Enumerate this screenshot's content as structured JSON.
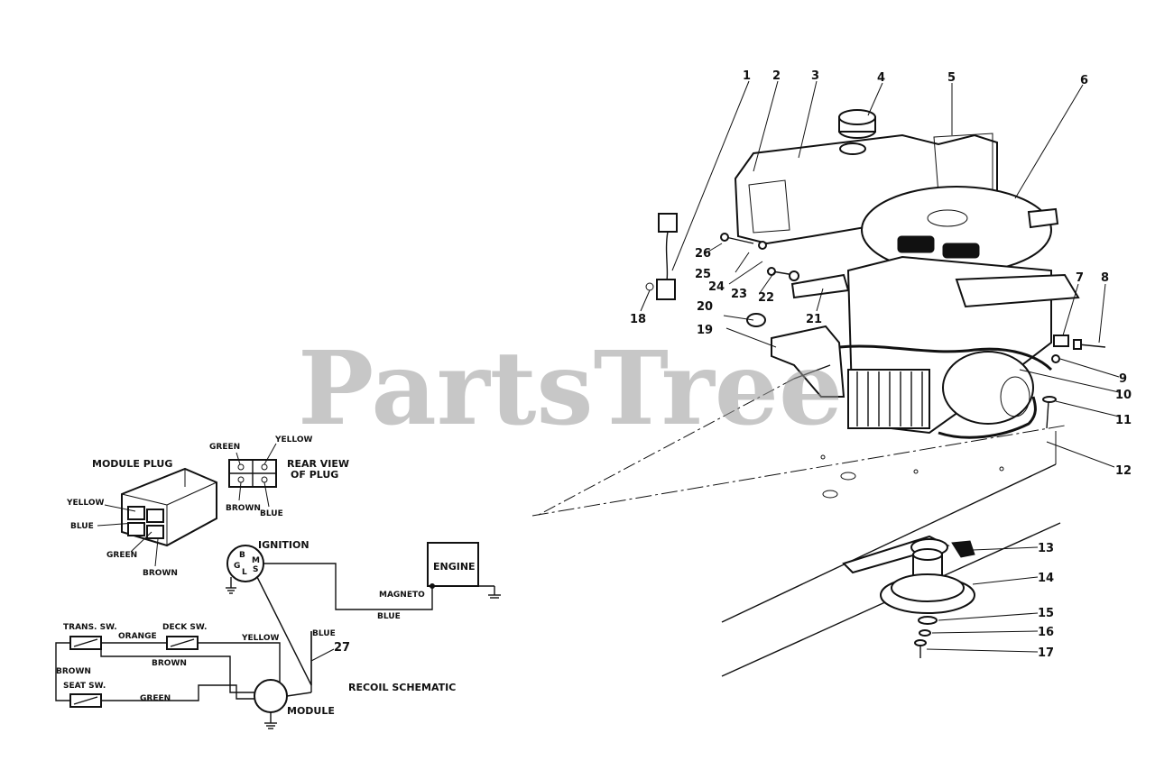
{
  "watermark": "PartsTree",
  "callouts": [
    "1",
    "2",
    "3",
    "4",
    "5",
    "6",
    "7",
    "8",
    "9",
    "10",
    "11",
    "12",
    "13",
    "14",
    "15",
    "16",
    "17",
    "18",
    "19",
    "20",
    "21",
    "22",
    "23",
    "24",
    "25",
    "26",
    "27"
  ],
  "schematic": {
    "title": "RECOIL SCHEMATIC",
    "module_plug": {
      "title": "MODULE PLUG",
      "yellow": "YELLOW",
      "blue": "BLUE",
      "green": "GREEN",
      "brown": "BROWN"
    },
    "rear_view": {
      "title_line1": "REAR VIEW",
      "title_line2": "OF PLUG",
      "green": "GREEN",
      "yellow": "YELLOW",
      "brown": "BROWN",
      "blue": "BLUE"
    },
    "ignition": "IGNITION",
    "ignition_terminals": [
      "B",
      "M",
      "G",
      "L",
      "S"
    ],
    "engine": "ENGINE",
    "magneto": "MAGNETO",
    "wires": {
      "blue_bottom": "BLUE",
      "blue_vertical": "BLUE",
      "orange": "ORANGE",
      "yellow": "YELLOW",
      "brown_top": "BROWN",
      "brown_left": "BROWN",
      "green": "GREEN"
    },
    "switches": {
      "trans": "TRANS. SW.",
      "deck": "DECK SW.",
      "seat": "SEAT SW."
    },
    "module": "MODULE"
  }
}
